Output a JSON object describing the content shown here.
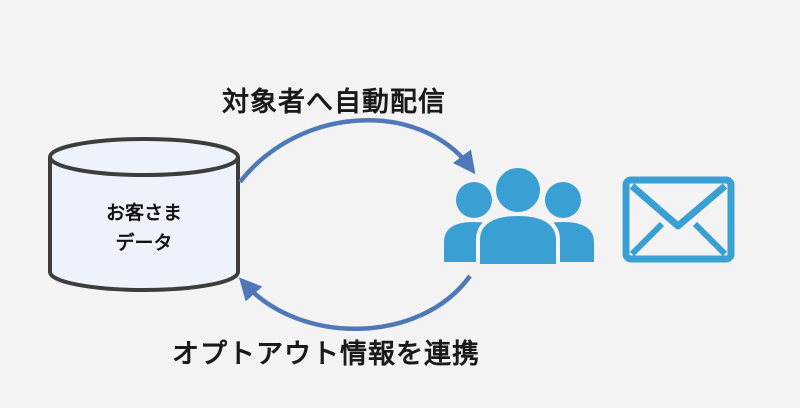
{
  "diagram": {
    "top_label": "対象者へ自動配信",
    "bottom_label": "オプトアウト情報を連携",
    "database": {
      "line1": "お客さま",
      "line2": "データ"
    },
    "icons": [
      "database-icon",
      "users-icon",
      "mail-icon"
    ],
    "colors": {
      "arrow": "#4f79b6",
      "icon_blue": "#3aa0d3",
      "db_stroke": "#3d3d3d",
      "db_fill": "#eef2fb"
    }
  }
}
